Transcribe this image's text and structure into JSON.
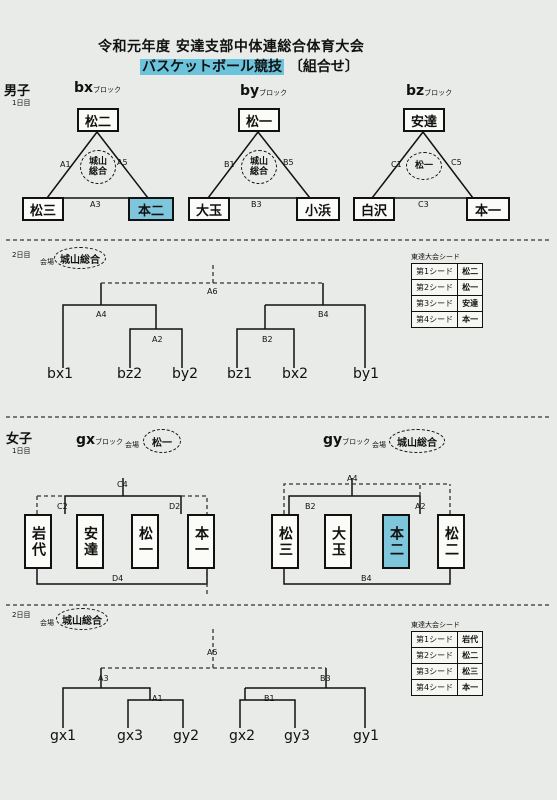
{
  "header": {
    "title": "令和元年度 安達支部中体連総合体育大会",
    "subtitle_main": "バスケットボール競技",
    "subtitle_tail": "〔組合せ〕"
  },
  "boys": {
    "label": "男子",
    "day1": "1日目",
    "blocks": [
      {
        "code": "bx",
        "suffix": "ブロック",
        "top": "松二",
        "left": "松三",
        "right": "本二",
        "venue": "城山\n総合",
        "m_left": "A1",
        "m_right": "A5",
        "m_bottom": "A3"
      },
      {
        "code": "by",
        "suffix": "ブロック",
        "top": "松一",
        "left": "大玉",
        "right": "小浜",
        "venue": "城山\n総合",
        "m_left": "B1",
        "m_right": "B5",
        "m_bottom": "B3"
      },
      {
        "code": "bz",
        "suffix": "ブロック",
        "top": "安達",
        "left": "白沢",
        "right": "本一",
        "venue": "松一",
        "m_left": "C1",
        "m_right": "C5",
        "m_bottom": "C3"
      }
    ],
    "day2": "2日目",
    "venue_label": "会場",
    "venue": "城山総合",
    "matches": {
      "final": "A6",
      "left": "A4",
      "left_inner": "A2",
      "right": "B4",
      "right_inner": "B2"
    },
    "slots": [
      "bx1",
      "bz2",
      "by2",
      "bz1",
      "bx2",
      "by1"
    ],
    "seed_table": {
      "title": "東達大会シード",
      "rows": [
        {
          "seed": "第1シード",
          "team": "松二"
        },
        {
          "seed": "第2シード",
          "team": "松一"
        },
        {
          "seed": "第3シード",
          "team": "安達"
        },
        {
          "seed": "第4シード",
          "team": "本一"
        }
      ]
    }
  },
  "girls": {
    "label": "女子",
    "day1": "1日目",
    "gx": {
      "code": "gx",
      "suffix": "ブロック",
      "venue_label": "会場",
      "venue": "松一",
      "teams": [
        "岩代",
        "安達",
        "松一",
        "本一"
      ],
      "matches": {
        "top": "C4",
        "left": "C2",
        "right": "D2",
        "bottom": "D4"
      }
    },
    "gy": {
      "code": "gy",
      "suffix": "ブロック",
      "venue_label": "会場",
      "venue": "城山総合",
      "teams": [
        "松三",
        "大玉",
        "本二",
        "松二"
      ],
      "matches": {
        "top": "A4",
        "left": "B2",
        "right": "A2",
        "bottom": "B4"
      }
    },
    "day2": "2日目",
    "venue_label": "会場",
    "venue": "城山総合",
    "matches": {
      "final": "A5",
      "left": "A3",
      "left_inner": "A1",
      "right": "B3",
      "right_inner": "B1"
    },
    "slots": [
      "gx1",
      "gx3",
      "gy2",
      "gx2",
      "gy3",
      "gy1"
    ],
    "seed_table": {
      "title": "東達大会シード",
      "rows": [
        {
          "seed": "第1シード",
          "team": "岩代"
        },
        {
          "seed": "第2シード",
          "team": "松二"
        },
        {
          "seed": "第3シード",
          "team": "松三"
        },
        {
          "seed": "第4シード",
          "team": "本一"
        }
      ]
    }
  }
}
